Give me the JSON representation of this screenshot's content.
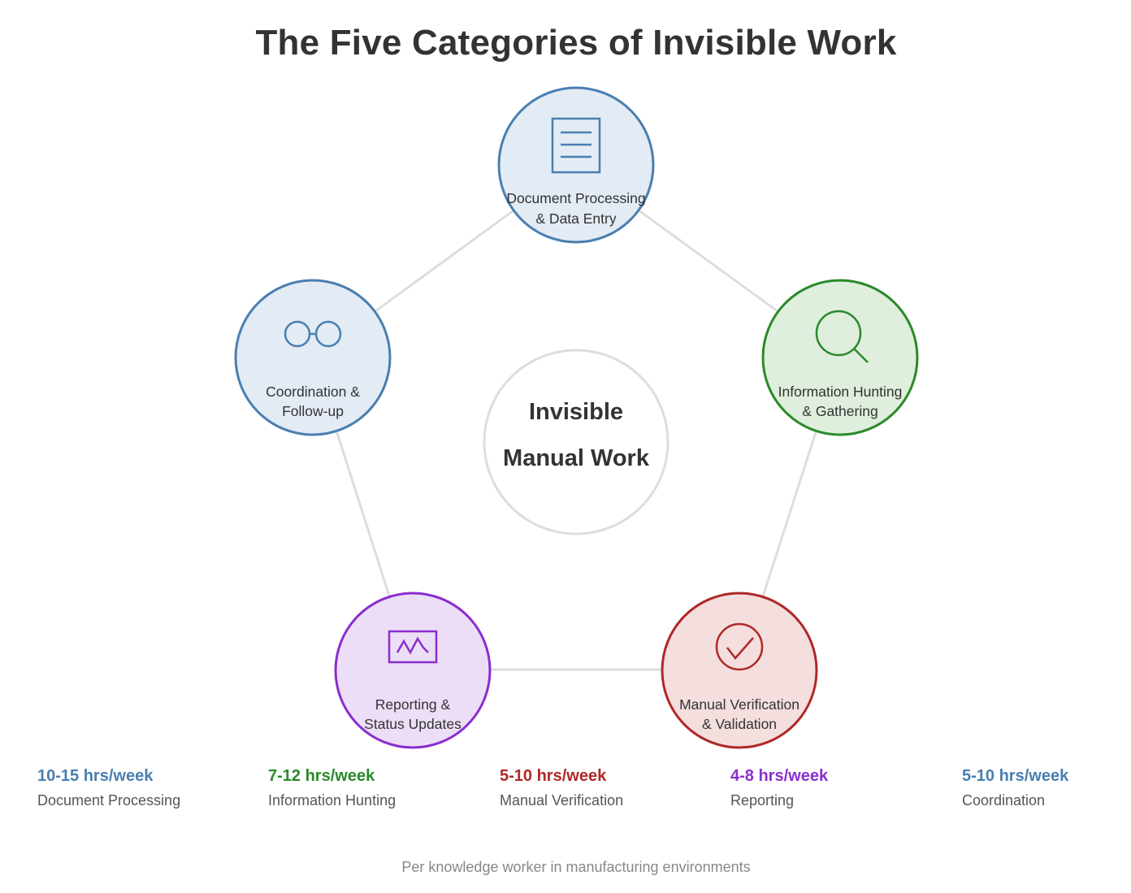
{
  "title": "The Five Categories of Invisible Work",
  "center": {
    "line1": "Invisible",
    "line2": "Manual Work"
  },
  "categories": [
    {
      "id": "document",
      "line1": "Document Processing",
      "line2": "& Data Entry",
      "icon": "document-icon",
      "color": "#4a7fb0",
      "fill": "#e3ebf4"
    },
    {
      "id": "information",
      "line1": "Information Hunting",
      "line2": "& Gathering",
      "icon": "magnifier-icon",
      "color": "#2a8a2a",
      "fill": "#dfeedd"
    },
    {
      "id": "verification",
      "line1": "Manual Verification",
      "line2": "& Validation",
      "icon": "checkmark-icon",
      "color": "#b02828",
      "fill": "#f4dede"
    },
    {
      "id": "reporting",
      "line1": "Reporting &",
      "line2": "Status Updates",
      "icon": "chart-icon",
      "color": "#8a2ed0",
      "fill": "#ecdef6"
    },
    {
      "id": "coordination",
      "line1": "Coordination &",
      "line2": "Follow-up",
      "icon": "link-icon",
      "color": "#4a7fb0",
      "fill": "#e3ebf4"
    }
  ],
  "stats": [
    {
      "hours": "10-15 hrs/week",
      "name": "Document Processing",
      "color": "#4a7fb0"
    },
    {
      "hours": "7-12 hrs/week",
      "name": "Information Hunting",
      "color": "#2a8a2a"
    },
    {
      "hours": "5-10 hrs/week",
      "name": "Manual Verification",
      "color": "#b02828"
    },
    {
      "hours": "4-8 hrs/week",
      "name": "Reporting",
      "color": "#8a2ed0"
    },
    {
      "hours": "5-10 hrs/week",
      "name": "Coordination",
      "color": "#4a7fb0"
    }
  ],
  "footnote": "Per knowledge worker in manufacturing environments"
}
